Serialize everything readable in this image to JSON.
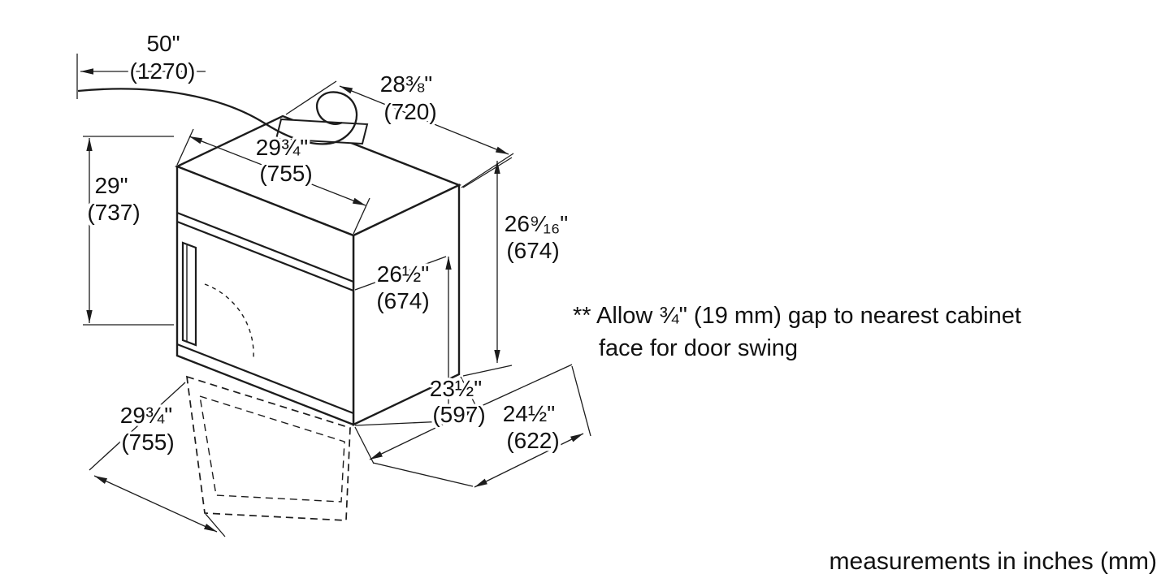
{
  "meta": {
    "footer": "measurements in inches (mm)"
  },
  "note": {
    "line1": "** Allow ¾\" (19 mm) gap to nearest cabinet",
    "line2": "face for door swing"
  },
  "dims": {
    "cord": {
      "in": "50\"",
      "mm": "(1270)"
    },
    "top_depth": {
      "in": "28⅜\"",
      "mm": "(720)"
    },
    "top_width": {
      "in": "29¾\"",
      "mm": "(755)"
    },
    "left_height": {
      "in": "29\"",
      "mm": "(737)"
    },
    "right_height": {
      "in": "26⁹⁄₁₆\"",
      "mm": "(674)"
    },
    "front_height": {
      "in": "26½\"",
      "mm": "(674)"
    },
    "door_width": {
      "in": "29¾\"",
      "mm": "(755)"
    },
    "depth": {
      "in": "23½\"",
      "mm": "(597)"
    },
    "depth_total": {
      "in": "24½\"",
      "mm": "(622)"
    }
  },
  "colors": {
    "line": "#1c1c1c",
    "background": "#ffffff"
  }
}
